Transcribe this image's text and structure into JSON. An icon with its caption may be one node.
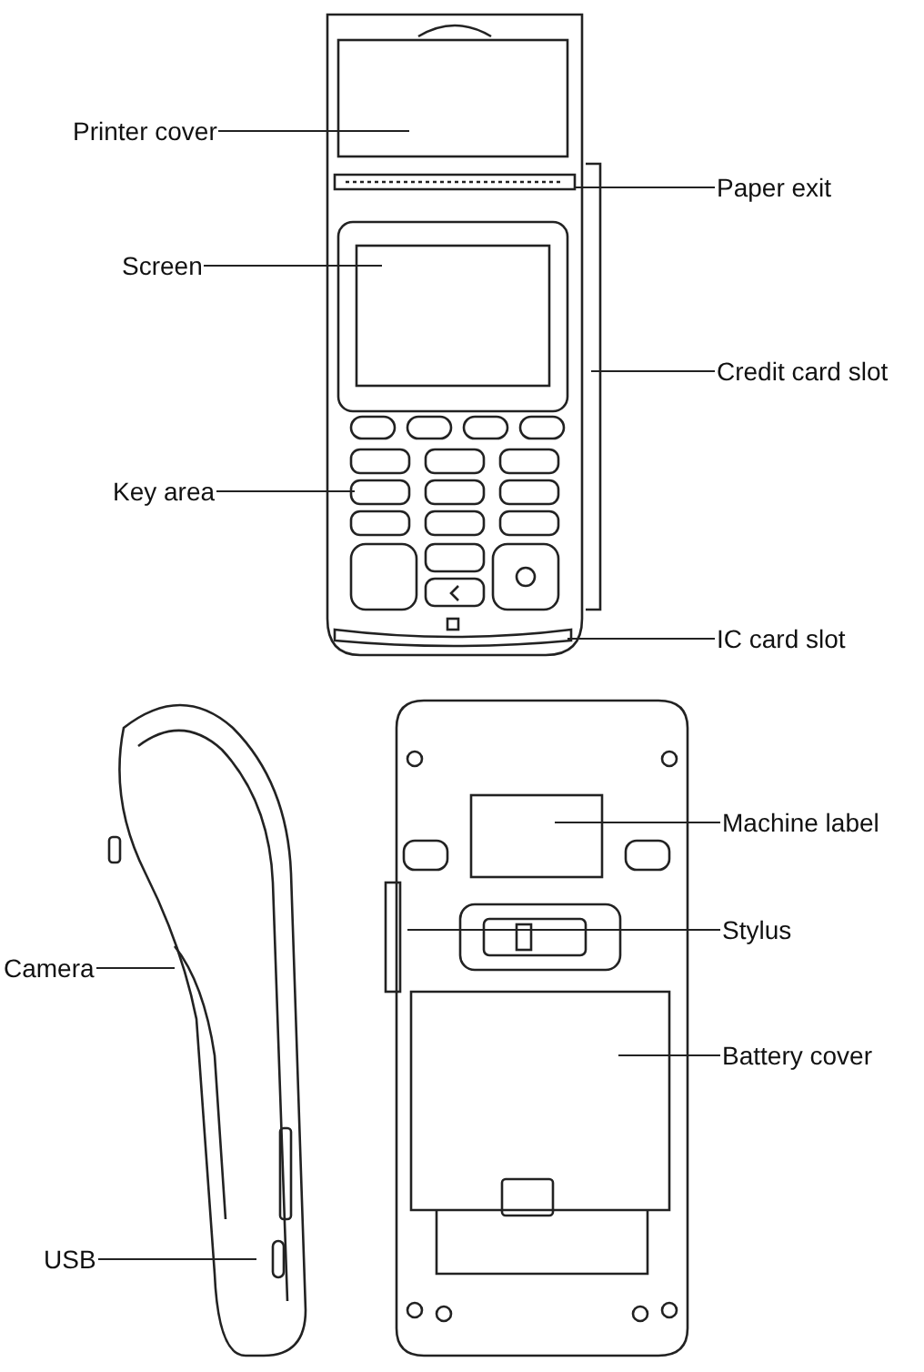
{
  "diagram": {
    "nodes": [
      {
        "text": [
          "Printer cover"
        ]
      },
      {
        "text": [
          "Paper exit"
        ]
      },
      {
        "text": [
          "Screen"
        ]
      },
      {
        "text": [
          "Credit card slot"
        ]
      },
      {
        "text": [
          "Key area"
        ]
      },
      {
        "text": [
          "IC card slot"
        ]
      },
      {
        "text": [
          "Machine label"
        ]
      },
      {
        "text": [
          "Camera"
        ]
      },
      {
        "text": [
          "Stylus"
        ]
      },
      {
        "text": [
          "Battery cover"
        ]
      },
      {
        "text": [
          "USB"
        ]
      }
    ],
    "edges": [
      {
        "from": 0,
        "to": null,
        "arrow": "none"
      },
      {
        "from": 1,
        "to": null,
        "arrow": "none"
      },
      {
        "from": 2,
        "to": null,
        "arrow": "none"
      },
      {
        "from": 3,
        "to": null,
        "arrow": "none"
      },
      {
        "from": 4,
        "to": null,
        "arrow": "none"
      },
      {
        "from": 5,
        "to": null,
        "arrow": "none"
      },
      {
        "from": 6,
        "to": null,
        "arrow": "none"
      },
      {
        "from": 7,
        "to": null,
        "arrow": "none"
      },
      {
        "from": 8,
        "to": null,
        "arrow": "none"
      },
      {
        "from": 9,
        "to": null,
        "arrow": "none"
      },
      {
        "from": 10,
        "to": null,
        "arrow": "none"
      }
    ]
  }
}
